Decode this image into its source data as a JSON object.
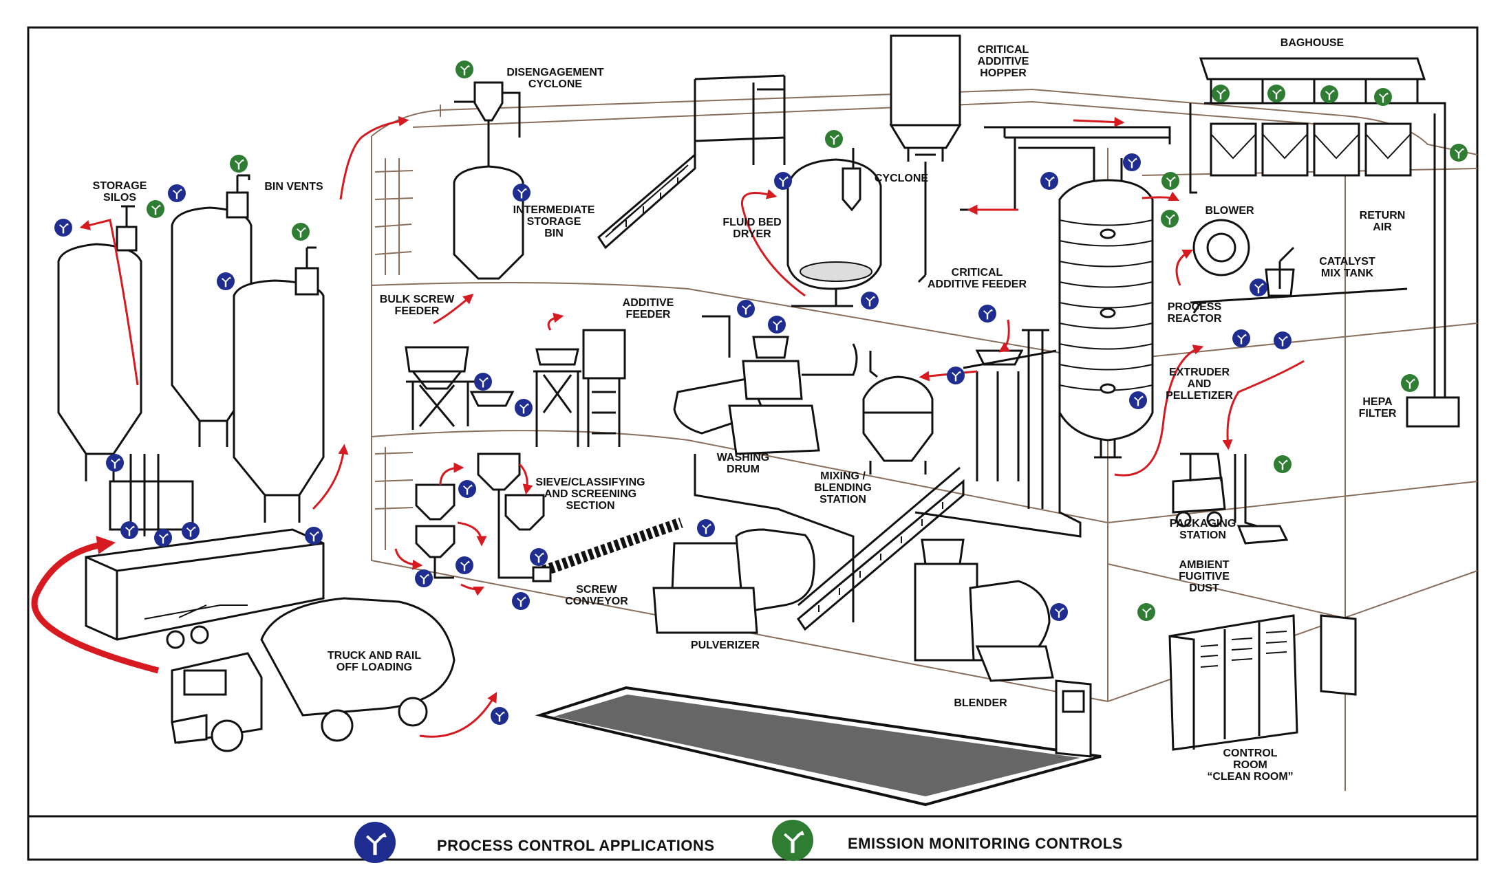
{
  "labels": {
    "storage_silos": [
      "STORAGE",
      "SILOS"
    ],
    "bin_vents": [
      "BIN VENTS"
    ],
    "disengagement_cyclone": [
      "DISENGAGEMENT",
      "CYCLONE"
    ],
    "intermediate_storage_bin": [
      "INTERMEDIATE",
      "STORAGE",
      "BIN"
    ],
    "critical_additive_hopper": [
      "CRITICAL",
      "ADDITIVE",
      "HOPPER"
    ],
    "baghouse": [
      "BAGHOUSE"
    ],
    "cyclone": [
      "CYCLONE"
    ],
    "fluid_bed_dryer": [
      "FLUID BED",
      "DRYER"
    ],
    "blower": [
      "BLOWER"
    ],
    "return_air": [
      "RETURN",
      "AIR"
    ],
    "catalyst_mix_tank": [
      "CATALYST",
      "MIX TANK"
    ],
    "critical_additive_feeder": [
      "CRITICAL",
      "ADDITIVE FEEDER"
    ],
    "bulk_screw_feeder": [
      "BULK SCREW",
      "FEEDER"
    ],
    "additive_feeder": [
      "ADDITIVE",
      "FEEDER"
    ],
    "process_reactor": [
      "PROCESS",
      "REACTOR"
    ],
    "extruder_pelletizer": [
      "EXTRUDER",
      "AND",
      "PELLETIZER"
    ],
    "hepa_filter": [
      "HEPA",
      "FILTER"
    ],
    "washing_drum": [
      "WASHING",
      "DRUM"
    ],
    "mixing_blending_station": [
      "MIXING /",
      "BLENDING",
      "STATION"
    ],
    "sieve_section": [
      "SIEVE/CLASSIFYING",
      "AND SCREENING",
      "SECTION"
    ],
    "packaging_station": [
      "PACKAGING",
      "STATION"
    ],
    "ambient_fugitive_dust": [
      "AMBIENT",
      "FUGITIVE",
      "DUST"
    ],
    "screw_conveyor": [
      "SCREW",
      "CONVEYOR"
    ],
    "pulverizer": [
      "PULVERIZER"
    ],
    "truck_rail": [
      "TRUCK AND RAIL",
      "OFF LOADING"
    ],
    "blender": [
      "BLENDER"
    ],
    "control_room": [
      "CONTROL",
      "ROOM",
      "“CLEAN ROOM”"
    ]
  },
  "legend": {
    "process": "PROCESS CONTROL APPLICATIONS",
    "emission": "EMISSION MONITORING CONTROLS"
  },
  "colors": {
    "process_badge": "#1e2d8f",
    "emission_badge": "#2e7d32",
    "flow_arrow": "#d71920",
    "building_outline": "#8a6e5c"
  },
  "badges": {
    "process": [
      [
        92,
        331
      ],
      [
        257,
        281
      ],
      [
        328,
        409
      ],
      [
        167,
        673
      ],
      [
        188,
        771
      ],
      [
        237,
        782
      ],
      [
        277,
        772
      ],
      [
        456,
        779
      ],
      [
        758,
        280
      ],
      [
        726,
        1041
      ],
      [
        679,
        711
      ],
      [
        761,
        593
      ],
      [
        702,
        555
      ],
      [
        675,
        822
      ],
      [
        616,
        841
      ],
      [
        783,
        810
      ],
      [
        757,
        874
      ],
      [
        1084,
        449
      ],
      [
        1129,
        472
      ],
      [
        1026,
        768
      ],
      [
        1138,
        263
      ],
      [
        1264,
        437
      ],
      [
        1389,
        546
      ],
      [
        1525,
        263
      ],
      [
        1645,
        236
      ],
      [
        1829,
        418
      ],
      [
        1804,
        492
      ],
      [
        1864,
        495
      ],
      [
        1539,
        890
      ],
      [
        1435,
        456
      ],
      [
        1654,
        582
      ]
    ],
    "emission": [
      [
        675,
        101
      ],
      [
        226,
        304
      ],
      [
        347,
        238
      ],
      [
        437,
        337
      ],
      [
        1212,
        202
      ],
      [
        1774,
        136
      ],
      [
        1855,
        136
      ],
      [
        1932,
        137
      ],
      [
        2010,
        141
      ],
      [
        1700,
        318
      ],
      [
        2120,
        222
      ],
      [
        2049,
        557
      ],
      [
        1864,
        675
      ],
      [
        1666,
        890
      ],
      [
        1701,
        263
      ]
    ]
  }
}
